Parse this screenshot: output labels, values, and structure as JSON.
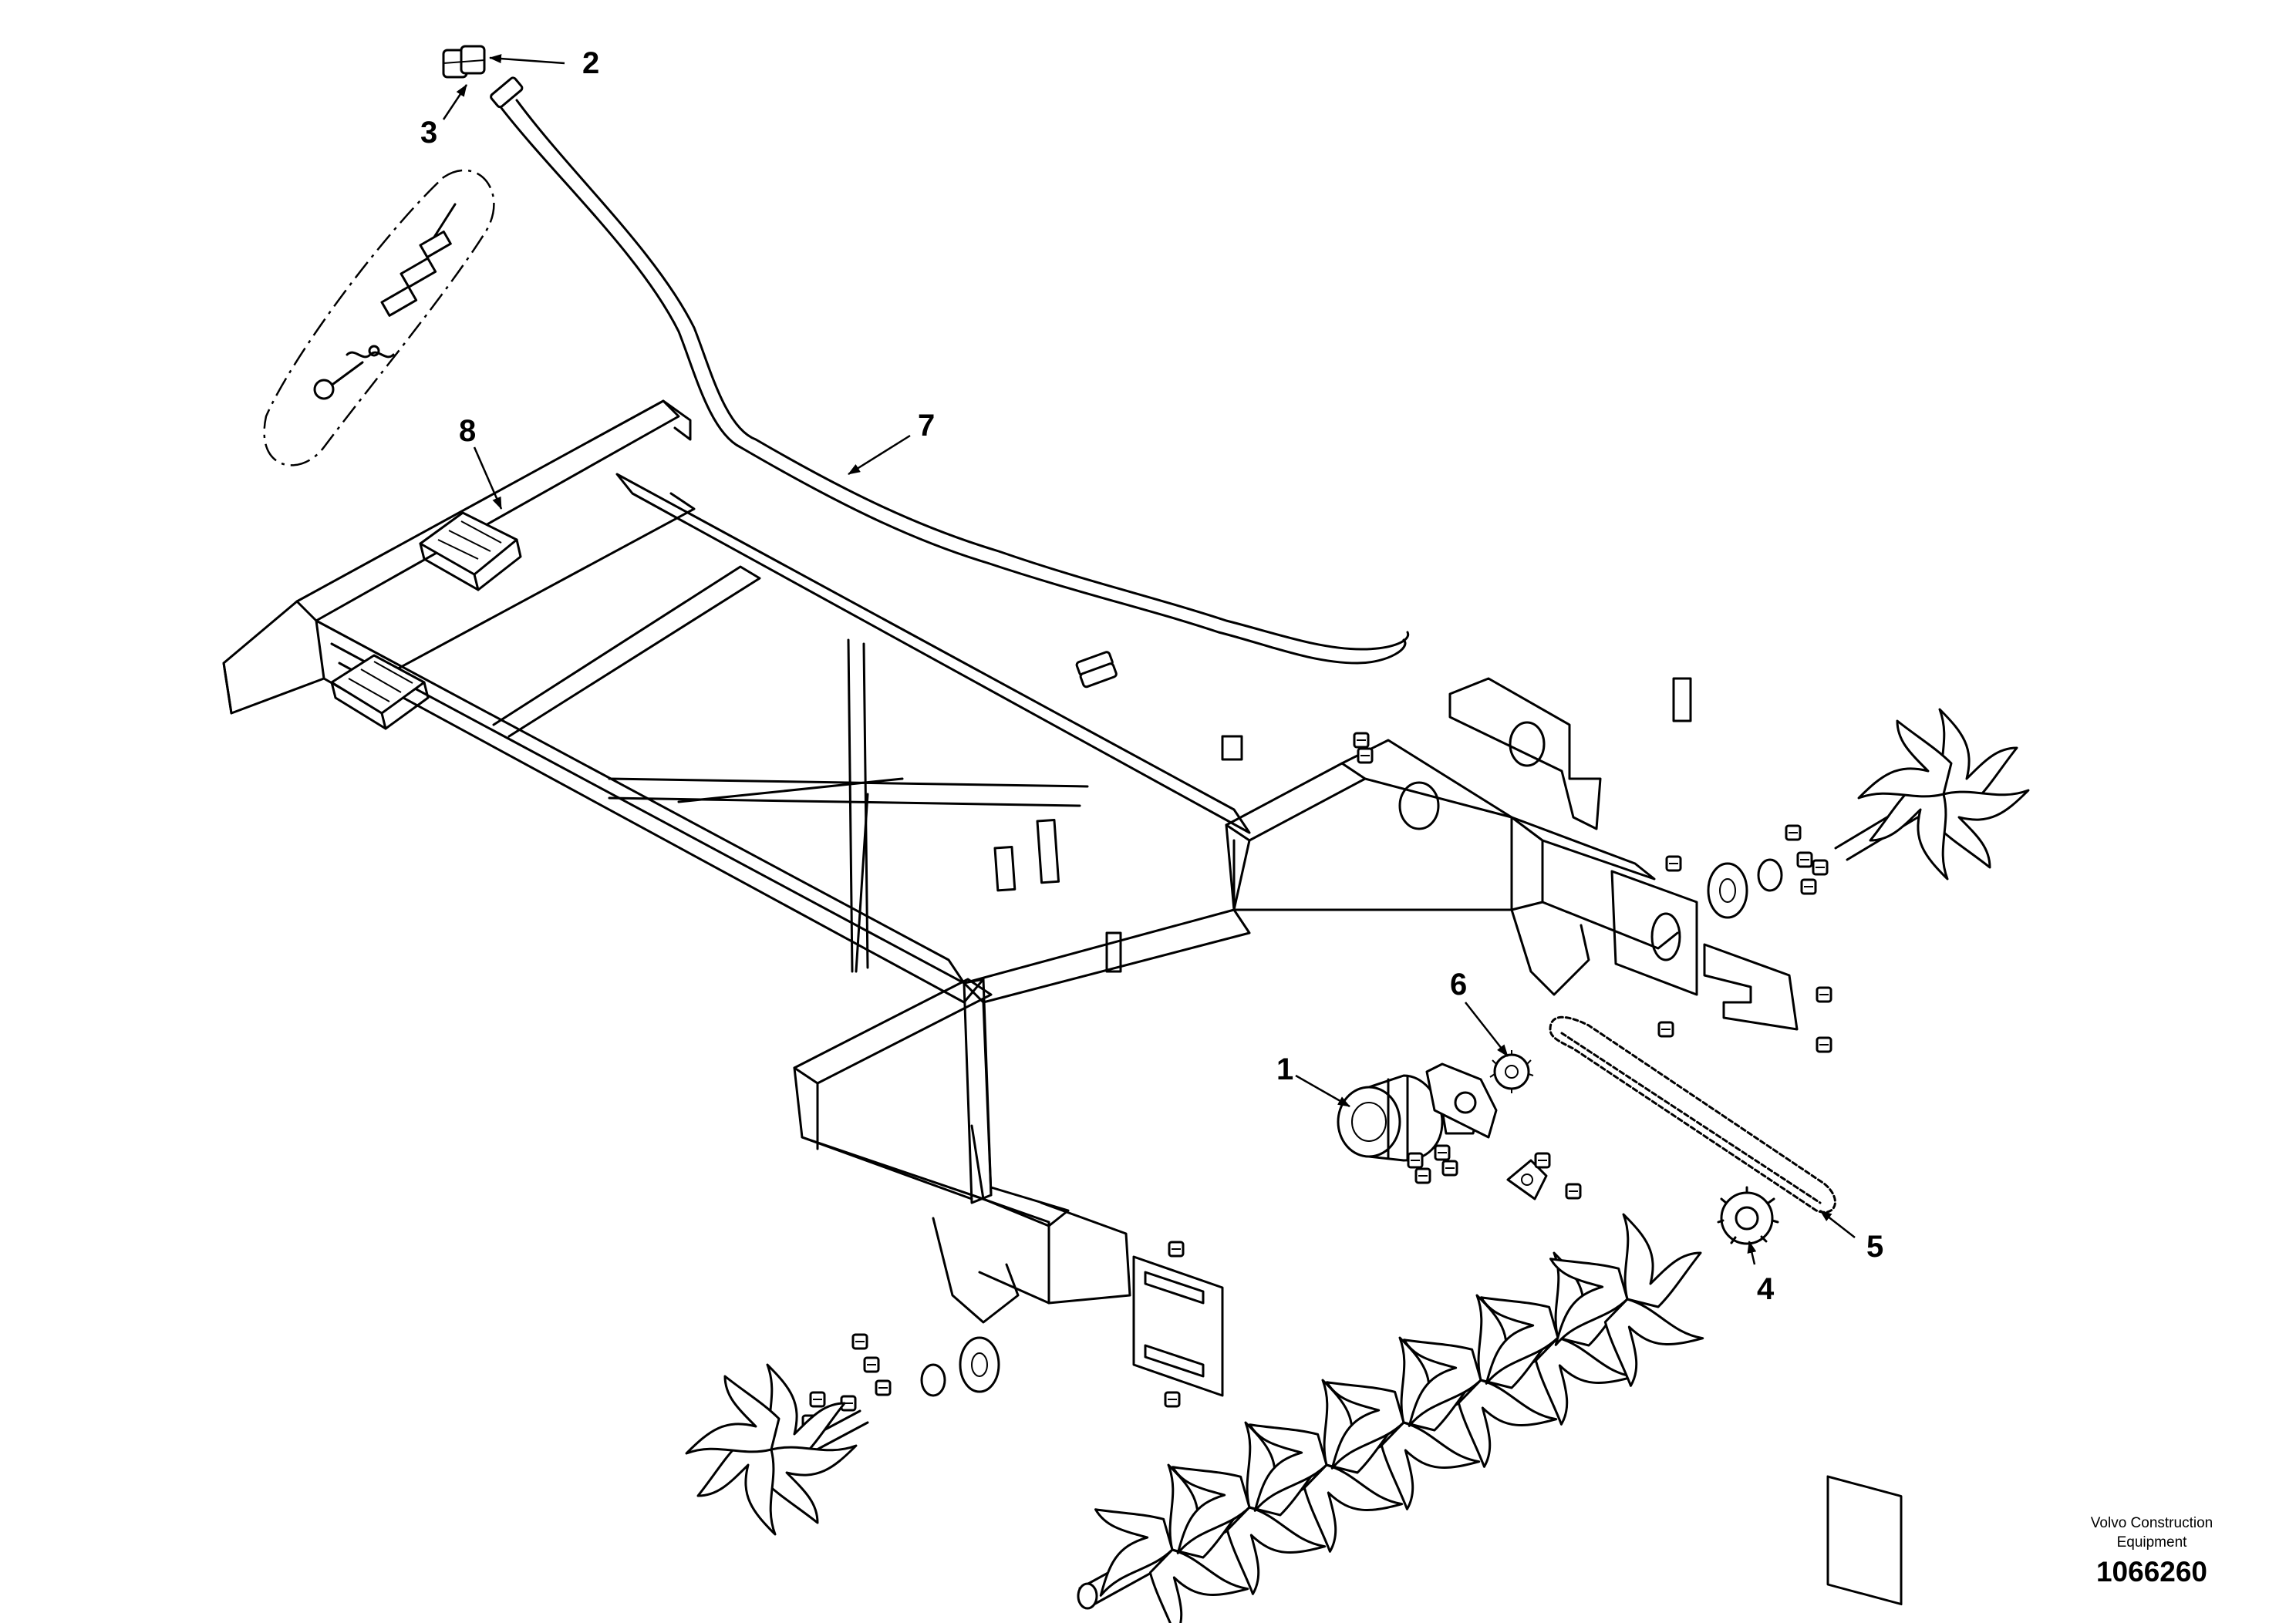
{
  "callouts": [
    {
      "id": "1",
      "label": "1"
    },
    {
      "id": "2",
      "label": "2"
    },
    {
      "id": "3",
      "label": "3"
    },
    {
      "id": "4",
      "label": "4"
    },
    {
      "id": "5",
      "label": "5"
    },
    {
      "id": "6",
      "label": "6"
    },
    {
      "id": "7",
      "label": "7"
    },
    {
      "id": "8",
      "label": "8"
    }
  ],
  "credit": {
    "line1": "Volvo Construction",
    "line2": "Equipment",
    "figure_number": "1066260"
  }
}
